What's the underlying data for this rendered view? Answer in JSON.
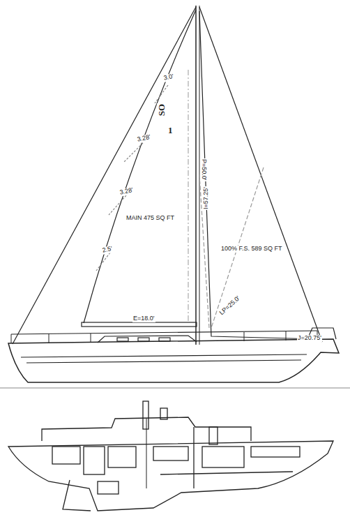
{
  "diagram": {
    "labels": [
      "3.0'",
      "SO",
      "1",
      "3.28'",
      "3.28'",
      "MAIN 475 SQ FT",
      "2.5'",
      "P=50.0'",
      "I=57.25'",
      "100% F.S. 589 SQ FT",
      "E=18.0'",
      "LP=25.0'",
      "J=20.75'"
    ]
  }
}
